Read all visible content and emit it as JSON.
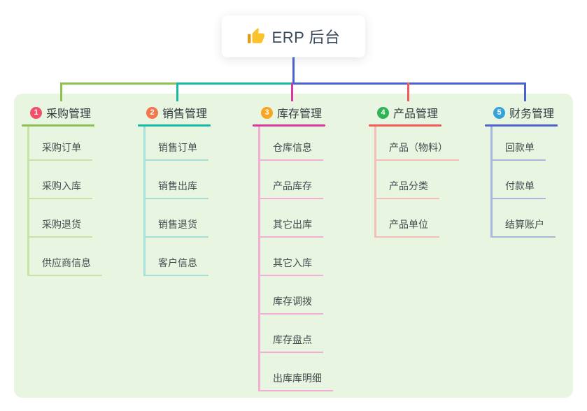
{
  "root": {
    "title": "ERP 后台",
    "icon": "thumbs-up-icon",
    "line_color": "#4c62cf"
  },
  "panel": {
    "bg": "#e8f5e1"
  },
  "branches": [
    {
      "num": "1",
      "title": "采购管理",
      "badge": "#f0506a",
      "line": "#8cc152",
      "rail": "#c8e3a6",
      "children": [
        "采购订单",
        "采购入库",
        "采购退货",
        "供应商信息"
      ]
    },
    {
      "num": "2",
      "title": "销售管理",
      "badge": "#f3764d",
      "line": "#17b8a6",
      "rail": "#a7e0d8",
      "children": [
        "销售订单",
        "销售出库",
        "销售退货",
        "客户信息"
      ]
    },
    {
      "num": "3",
      "title": "库存管理",
      "badge": "#f6a623",
      "line": "#d63a9e",
      "rail": "#f2aed4",
      "children": [
        "仓库信息",
        "产品库存",
        "其它出库",
        "其它入库",
        "库存调拨",
        "库存盘点",
        "出库库明细"
      ]
    },
    {
      "num": "4",
      "title": "产品管理",
      "badge": "#30b355",
      "line": "#f25c57",
      "rail": "#f6bdb9",
      "children": [
        "产品（物料）",
        "产品分类",
        "产品单位"
      ]
    },
    {
      "num": "5",
      "title": "财务管理",
      "badge": "#35a3d7",
      "line": "#4c62cf",
      "rail": "#aab8dd",
      "children": [
        "回款单",
        "付款单",
        "结算账户"
      ]
    }
  ]
}
